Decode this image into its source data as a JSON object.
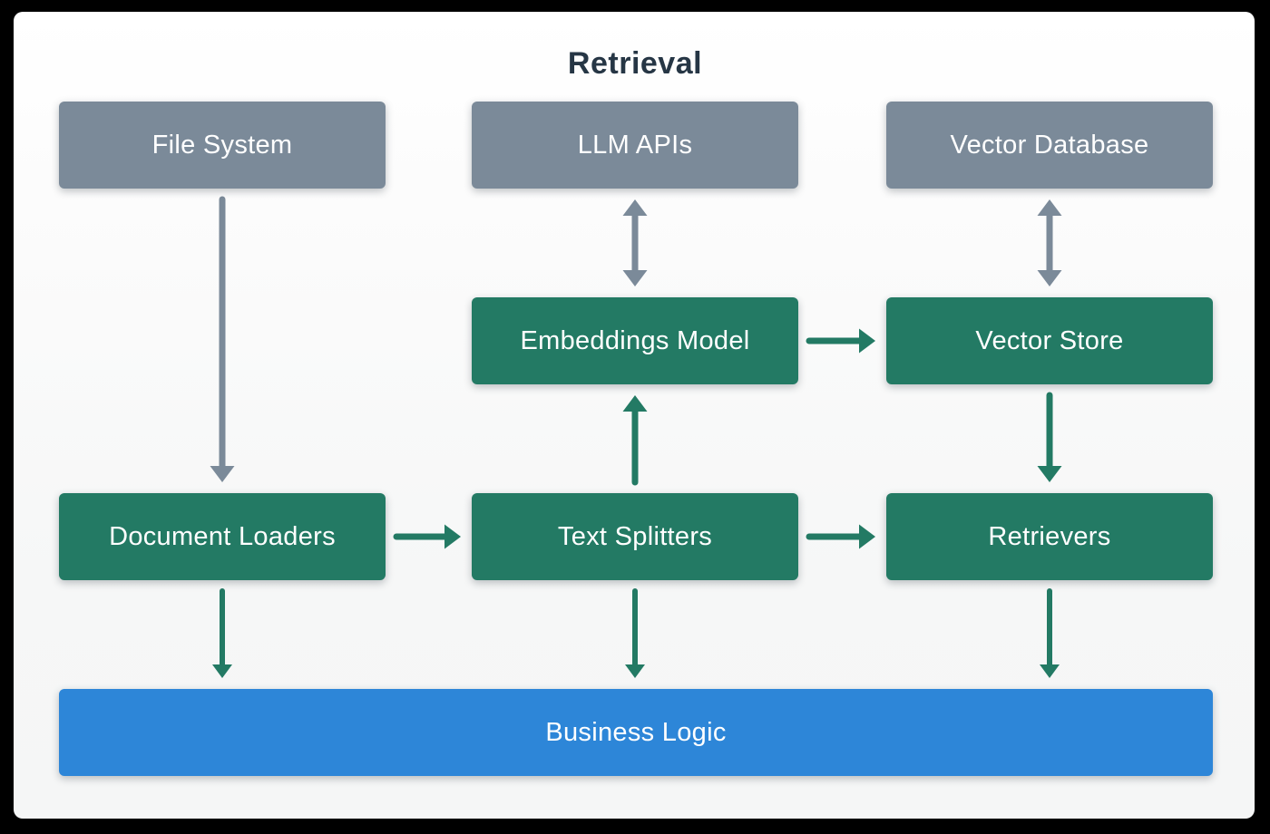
{
  "diagram": {
    "title": "Retrieval",
    "colors": {
      "gray": "#7b8a99",
      "green": "#237a64",
      "blue": "#2d86d8",
      "title_text": "#263645",
      "node_text": "#ffffff",
      "frame": "#000000",
      "canvas": "#f7f8f8"
    },
    "nodes": {
      "file_system": {
        "label": "File System",
        "style": "gray"
      },
      "llm_apis": {
        "label": "LLM APIs",
        "style": "gray"
      },
      "vector_database": {
        "label": "Vector Database",
        "style": "gray"
      },
      "embeddings_model": {
        "label": "Embeddings Model",
        "style": "green"
      },
      "vector_store": {
        "label": "Vector Store",
        "style": "green"
      },
      "document_loaders": {
        "label": "Document Loaders",
        "style": "green"
      },
      "text_splitters": {
        "label": "Text Splitters",
        "style": "green"
      },
      "retrievers": {
        "label": "Retrievers",
        "style": "green"
      },
      "business_logic": {
        "label": "Business Logic",
        "style": "blue"
      }
    },
    "edges": [
      {
        "from": "file_system",
        "to": "document_loaders",
        "color": "gray",
        "double": false,
        "thin": false
      },
      {
        "from": "llm_apis",
        "to": "embeddings_model",
        "color": "gray",
        "double": true,
        "thin": false
      },
      {
        "from": "vector_database",
        "to": "vector_store",
        "color": "gray",
        "double": true,
        "thin": false
      },
      {
        "from": "embeddings_model",
        "to": "vector_store",
        "color": "green",
        "double": false,
        "thin": false
      },
      {
        "from": "document_loaders",
        "to": "text_splitters",
        "color": "green",
        "double": false,
        "thin": false
      },
      {
        "from": "text_splitters",
        "to": "embeddings_model",
        "color": "green",
        "double": false,
        "thin": false
      },
      {
        "from": "text_splitters",
        "to": "retrievers",
        "color": "green",
        "double": false,
        "thin": false
      },
      {
        "from": "vector_store",
        "to": "retrievers",
        "color": "green",
        "double": false,
        "thin": false
      },
      {
        "from": "document_loaders",
        "to": "business_logic",
        "color": "green",
        "double": false,
        "thin": true
      },
      {
        "from": "text_splitters",
        "to": "business_logic",
        "color": "green",
        "double": false,
        "thin": true
      },
      {
        "from": "retrievers",
        "to": "business_logic",
        "color": "green",
        "double": false,
        "thin": true
      }
    ]
  }
}
